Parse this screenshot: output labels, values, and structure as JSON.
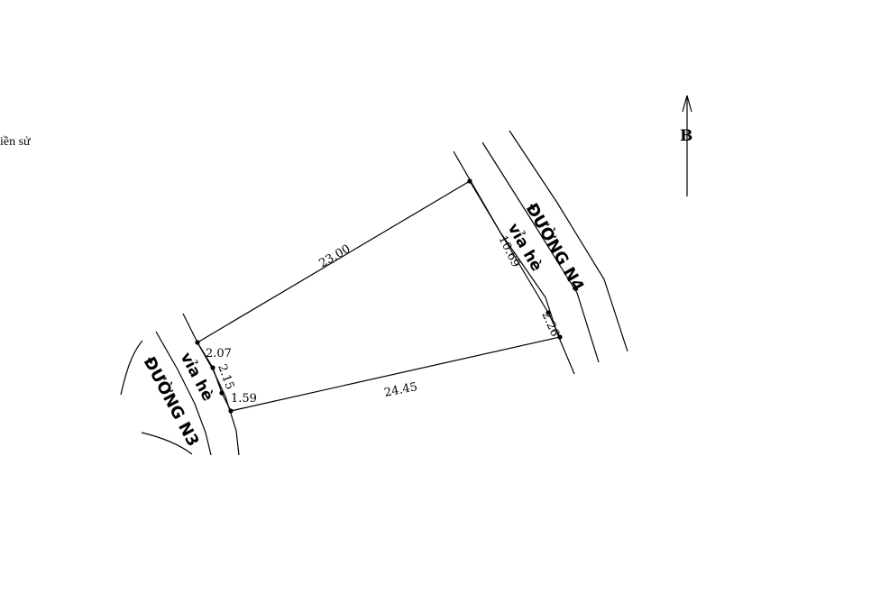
{
  "corner_text": "iền sử",
  "north_arrow": {
    "label": "B",
    "icon": "north-arrow-icon"
  },
  "roads": {
    "n4": {
      "name": "ĐƯỜNG N4",
      "sidewalk": "vỉa hè"
    },
    "n3": {
      "name": "ĐƯỜNG N3",
      "sidewalk": "vỉa hè"
    }
  },
  "dimensions": {
    "top_edge": "23.00",
    "right_edge_long": "10.69",
    "right_edge_short": "2.26",
    "bottom_edge": "24.45",
    "left_top": "2.07",
    "left_mid": "2.15",
    "left_bottom": "1.59"
  },
  "colors": {
    "ink": "#000000",
    "paper": "#ffffff"
  }
}
